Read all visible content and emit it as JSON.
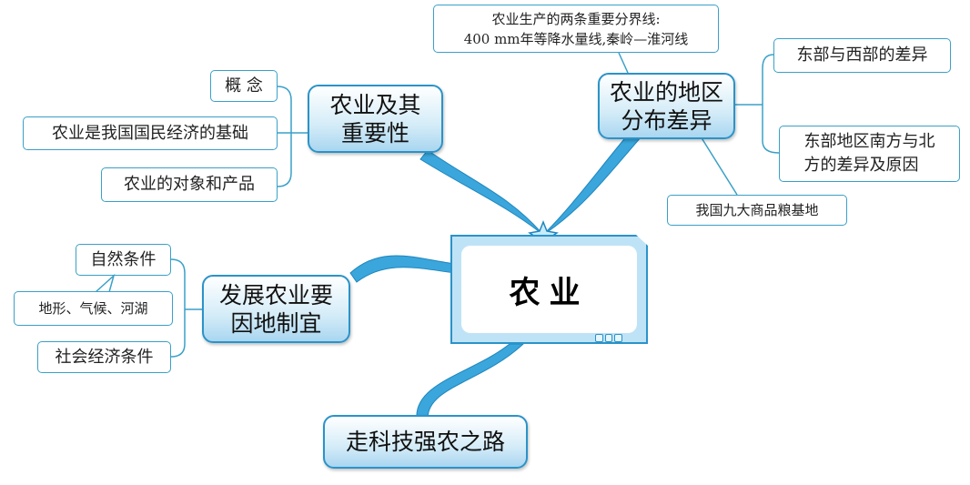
{
  "center": {
    "title": "农业"
  },
  "branches": {
    "importance": {
      "line1": "农业及其",
      "line2": "重要性"
    },
    "regional": {
      "line1": "农业的地区",
      "line2": "分布差异"
    },
    "adapt": {
      "line1": "发展农业要",
      "line2": "因地制宜"
    },
    "tech": {
      "label": "走科技强农之路"
    }
  },
  "leaves": {
    "concept": "概 念",
    "foundation": "农业是我国国民经济的基础",
    "objects": "农业的对象和产品",
    "east_west": "东部与西部的差异",
    "north_south_line1": "东部地区南方与北",
    "north_south_line2": "方的差异及原因",
    "grain_bases": "我国九大商品粮基地",
    "natural": "自然条件",
    "natural_detail": "地形、气候、河湖",
    "socioeconomic": "社会经济条件"
  },
  "callout": {
    "line1": "农业生产的两条重要分界线:",
    "line2": "400 mm年等降水量线,秦岭—淮河线"
  },
  "colors": {
    "accent": "#2a93c9",
    "swoosh": "#3aa6dc"
  }
}
